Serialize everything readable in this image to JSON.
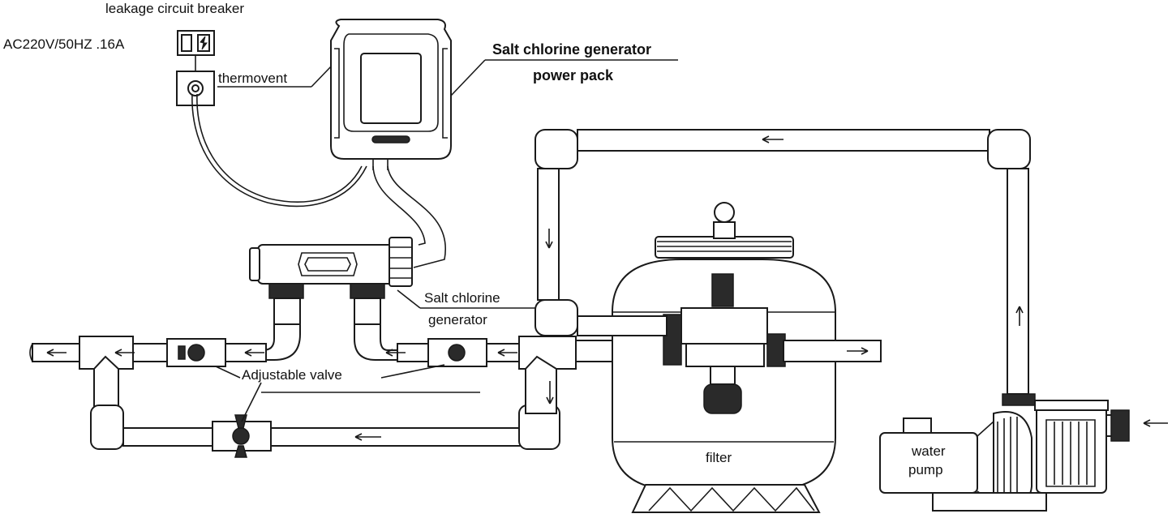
{
  "labels": {
    "leakage_breaker": "leakage circuit breaker",
    "power_spec": "AC220V/50HZ .16A",
    "thermovent": "thermovent",
    "power_pack_line1": "Salt chlorine generator",
    "power_pack_line2": "power pack",
    "generator_line1": "Salt chlorine",
    "generator_line2": "generator",
    "adjustable_valve": "Adjustable valve",
    "filter": "filter",
    "pump_line1": "water",
    "pump_line2": "pump"
  }
}
